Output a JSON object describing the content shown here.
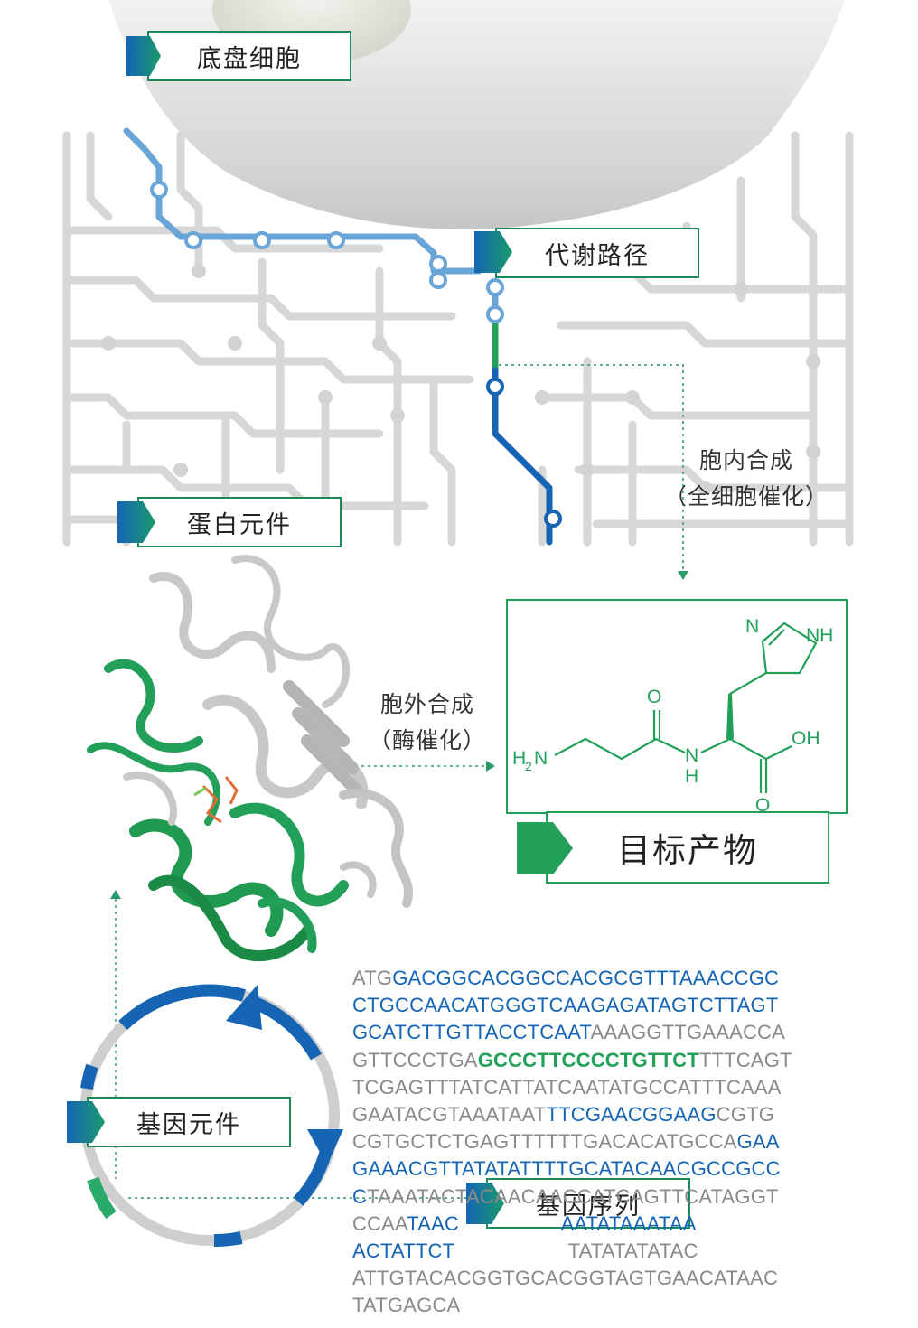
{
  "labels": {
    "chassis": "底盘细胞",
    "pathway": "代谢路径",
    "protein": "蛋白元件",
    "gene_part": "基因元件",
    "gene_seq": "基因序列",
    "product": "目标产物"
  },
  "captions": {
    "in_vivo_1": "胞内合成",
    "in_vivo_2": "（全细胞催化）",
    "in_vitro_1": "胞外合成",
    "in_vitro_2": "（酶催化）"
  },
  "molecule": {
    "atom_N_ring": "N",
    "atom_NH_ring": "NH",
    "atom_O_amide": "O",
    "atom_N_amide": "N",
    "atom_H_amide": "H",
    "atom_OH": "OH",
    "atom_O_acid": "O",
    "atom_H2N_H": "H",
    "atom_H2N_2": "2",
    "atom_H2N_N": "N"
  },
  "colors": {
    "blue": "#1565b4",
    "green": "#22a05a",
    "gray": "#8a8a8a",
    "light_gray": "#cfcfcf"
  },
  "sequence": [
    [
      [
        "g",
        "ATG"
      ],
      [
        "b",
        "GACGGCACGGCCACGCGTTTAAACCGC"
      ]
    ],
    [
      [
        "b",
        "CTGCCAACATGGGTCAAGAGATAGTCTTAGT"
      ]
    ],
    [
      [
        "b",
        "GCATCTTGTTACCTCAAT"
      ],
      [
        "g",
        "AAAGGTTGAAACCA"
      ]
    ],
    [
      [
        "g",
        "GTTCCCTGA"
      ],
      [
        "n",
        "GCCCTTCCCCTGTTCT"
      ],
      [
        "g",
        "TTTCAGT"
      ]
    ],
    [
      [
        "g",
        "TCGAGTTTATCATTATCAATATGCCATTTCAAA"
      ]
    ],
    [
      [
        "g",
        "GAATACGTAAATAAT"
      ],
      [
        "b",
        "TTCGAACGGAAG"
      ],
      [
        "g",
        "CGTG"
      ]
    ],
    [
      [
        "g",
        "CGTGCTCTGAGTTTTTTGACACATGCCA"
      ],
      [
        "b",
        "GAA"
      ]
    ],
    [
      [
        "b",
        "GAAACGTTATATATTTTGCATACAACGCCGCC"
      ]
    ],
    [
      [
        "b",
        "C"
      ],
      [
        "g",
        "TAAATACTACAACAACCATCAGTTCATAGGT"
      ]
    ],
    [
      [
        "g",
        "CCAA"
      ],
      [
        "b",
        "TAAC"
      ],
      [
        "g",
        "                  "
      ],
      [
        "b",
        "AATATAAATAA"
      ]
    ],
    [
      [
        "b",
        "ACTATTCT"
      ],
      [
        "g",
        "                    TATATATATAC"
      ]
    ],
    [
      [
        "g",
        "ATTGTACACGGTGCACGGTAGTGAACATAAC"
      ]
    ],
    [
      [
        "g",
        "TATGAGCA"
      ]
    ]
  ]
}
